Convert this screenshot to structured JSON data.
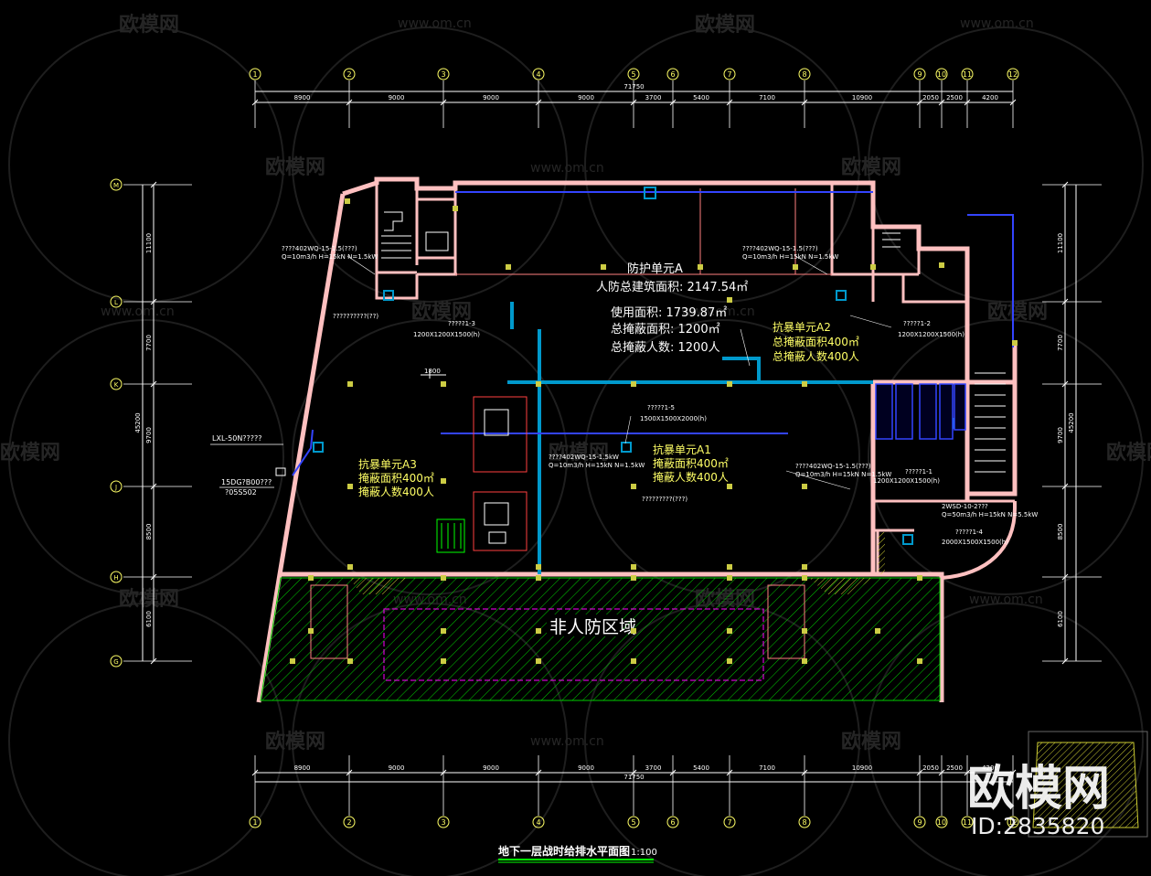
{
  "grid": {
    "columns": [
      "1",
      "2",
      "3",
      "4",
      "5",
      "6",
      "7",
      "8",
      "9",
      "10",
      "11",
      "12"
    ],
    "column_spacings": [
      "8900",
      "9000",
      "9000",
      "9000",
      "3700",
      "5400",
      "7100",
      "10900",
      "2050",
      "2500",
      "4200"
    ],
    "total_width": "71750",
    "rows": [
      "M",
      "L",
      "K",
      "J",
      "H",
      "G"
    ],
    "row_spacings": [
      "11100",
      "7700",
      "9700",
      "8500",
      "6100"
    ],
    "total_height": "45200"
  },
  "title": {
    "main": "地下一层战时给排水平面图",
    "scale": "1:100"
  },
  "zones": {
    "protection_unit": "防护单元A",
    "total_area": "人防总建筑面积: 2147.54㎡",
    "usable_area": "使用面积: 1739.87㎡",
    "shelter_area": "总掩蔽面积: 1200㎡",
    "shelter_people": "总掩蔽人数: 1200人",
    "non_civil": "非人防区域",
    "a1": {
      "name": "抗暴单元A1",
      "area": "掩蔽面积400㎡",
      "people": "掩蔽人数400人"
    },
    "a2": {
      "name": "抗暴单元A2",
      "area": "总掩蔽面积400㎡",
      "people": "总掩蔽人数400人"
    },
    "a3": {
      "name": "抗暴单元A3",
      "area": "掩蔽面积400㎡",
      "people": "掩蔽人数400人"
    }
  },
  "annotations": {
    "pump_left_1": "????402WQ-15-1.5(???)",
    "pump_left_2": "Q=10m3/h H=15kN N=1.5kW",
    "pump_right_1": "????402WQ-15-1.5(???)",
    "pump_right_2": "Q=10m3/h H=15kN N=1.5kW",
    "pump_center_1": "????402WQ-15-1.5kW",
    "pump_center_2": "Q=10m3/h H=15kN N=1.5kW",
    "pump_low_1": "????402WQ-15-1.5(???)",
    "pump_low_2": "Q=10m3/h H=15kN N=1.5kW",
    "tank_1": "?????1-3",
    "tank_1_size": "1200X1200X1500(h)",
    "tank_2": "?????1-2",
    "tank_2_size": "1200X1200X1500(h)",
    "tank_5": "?????1-5",
    "tank_5_size": "1500X1500X2000(h)",
    "tank_sub": "?????1-1",
    "tank_sub_size": "1200X1200X1500(h)",
    "tank_4": "?????1-4",
    "tank_4_size": "2000X1500X1500(h)",
    "lxl": "LXL-50N?????",
    "wall_pipe": "15DG?B00???",
    "std": "?05S502",
    "fire_note": "?????????(???)",
    "pump_tail": "2WSD-10-2???",
    "pump_tail_2": "Q=50m3/h H=15kN N=5.5kW",
    "dim_1800": "1800",
    "alt_left": "??????????(??)"
  },
  "watermark": {
    "logo": "欧模网",
    "url": "www.om.cn",
    "id": "ID:2835820"
  },
  "colors": {
    "background": "#000000",
    "wall": "#ffc0c0",
    "pipe_blue": "#0099cc",
    "grid_line": "#ffffff",
    "axis_circle": "#ffff66",
    "text_white": "#ffffff",
    "text_yellow": "#ffff66",
    "hatch_green": "#00cc00",
    "magenta": "#ff00ff"
  }
}
